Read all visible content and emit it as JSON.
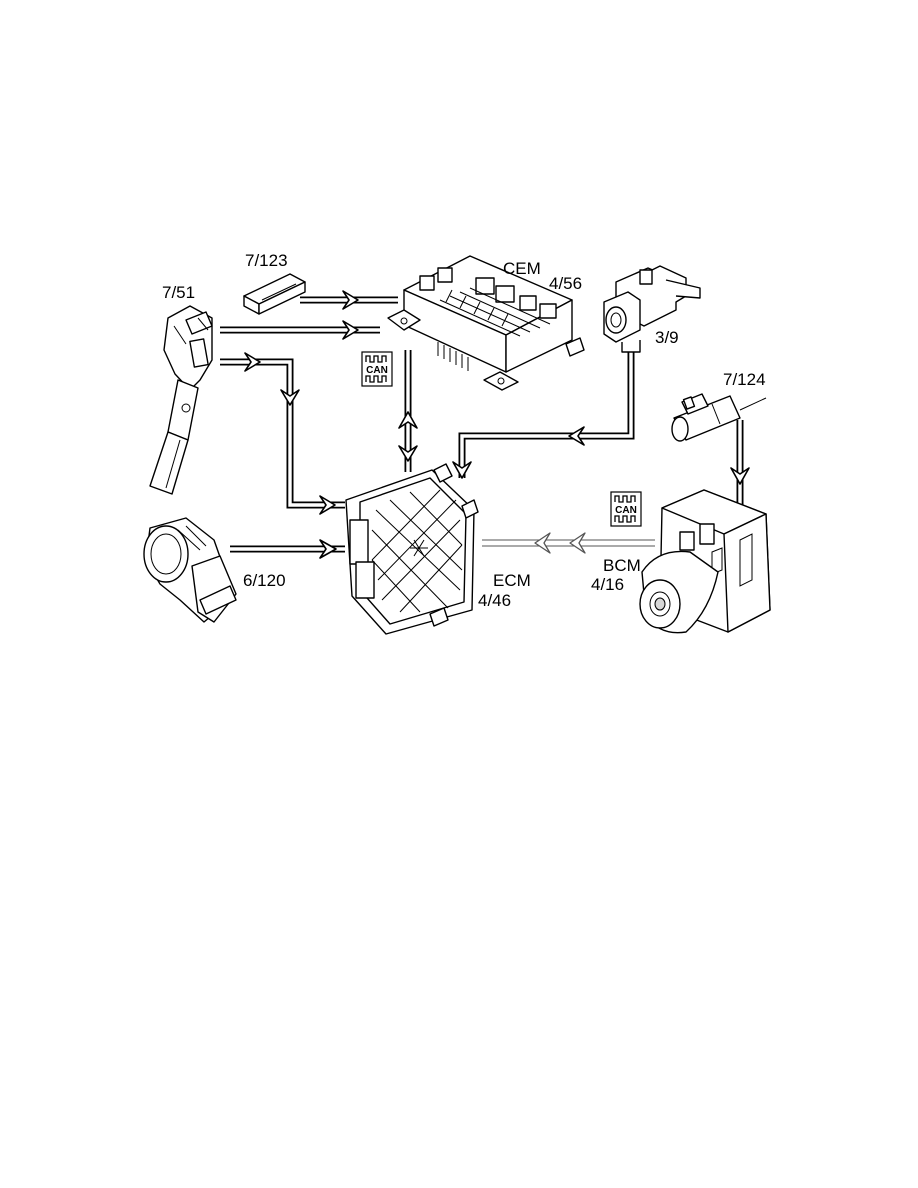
{
  "components": {
    "cem": {
      "name": "CEM",
      "number": "4/56"
    },
    "ecm": {
      "name": "ECM",
      "number": "4/46"
    },
    "bcm": {
      "name": "BCM",
      "number": "4/16"
    },
    "pedal_sensor": {
      "number": "7/51"
    },
    "sensor_7_123": {
      "number": "7/123"
    },
    "sensor_7_124": {
      "number": "7/124"
    },
    "switch_3_9": {
      "number": "3/9"
    },
    "throttle_unit": {
      "number": "6/120"
    }
  },
  "can_badges": [
    {
      "text": "CAN"
    },
    {
      "text": "CAN"
    }
  ]
}
